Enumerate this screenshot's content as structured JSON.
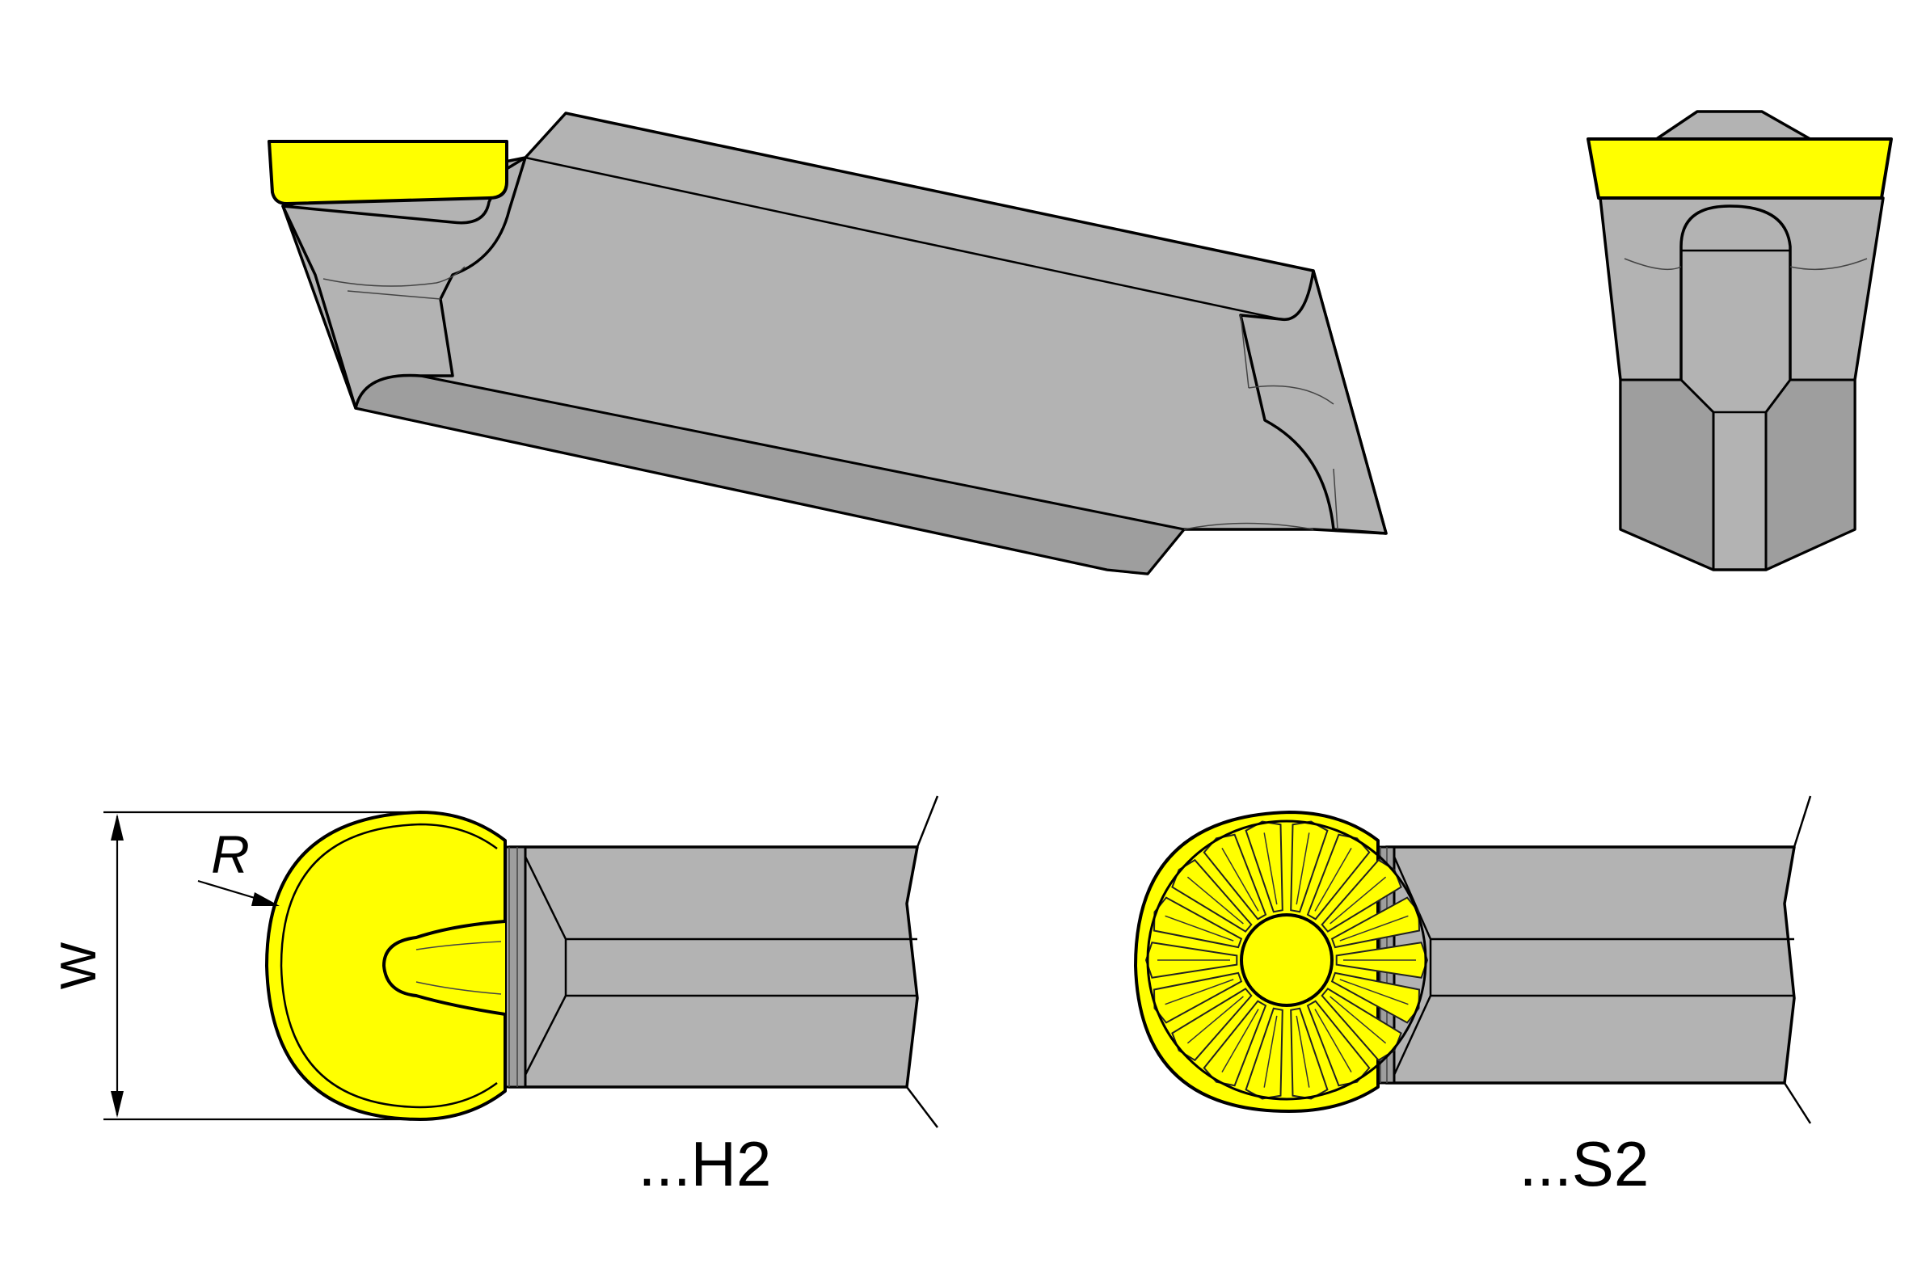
{
  "colors": {
    "insert": "#ffff00",
    "body": "#b3b3b3",
    "outline": "#000000"
  },
  "labels": {
    "radius": "R",
    "width": "W",
    "variant_h2": "...H2",
    "variant_s2": "...S2"
  }
}
